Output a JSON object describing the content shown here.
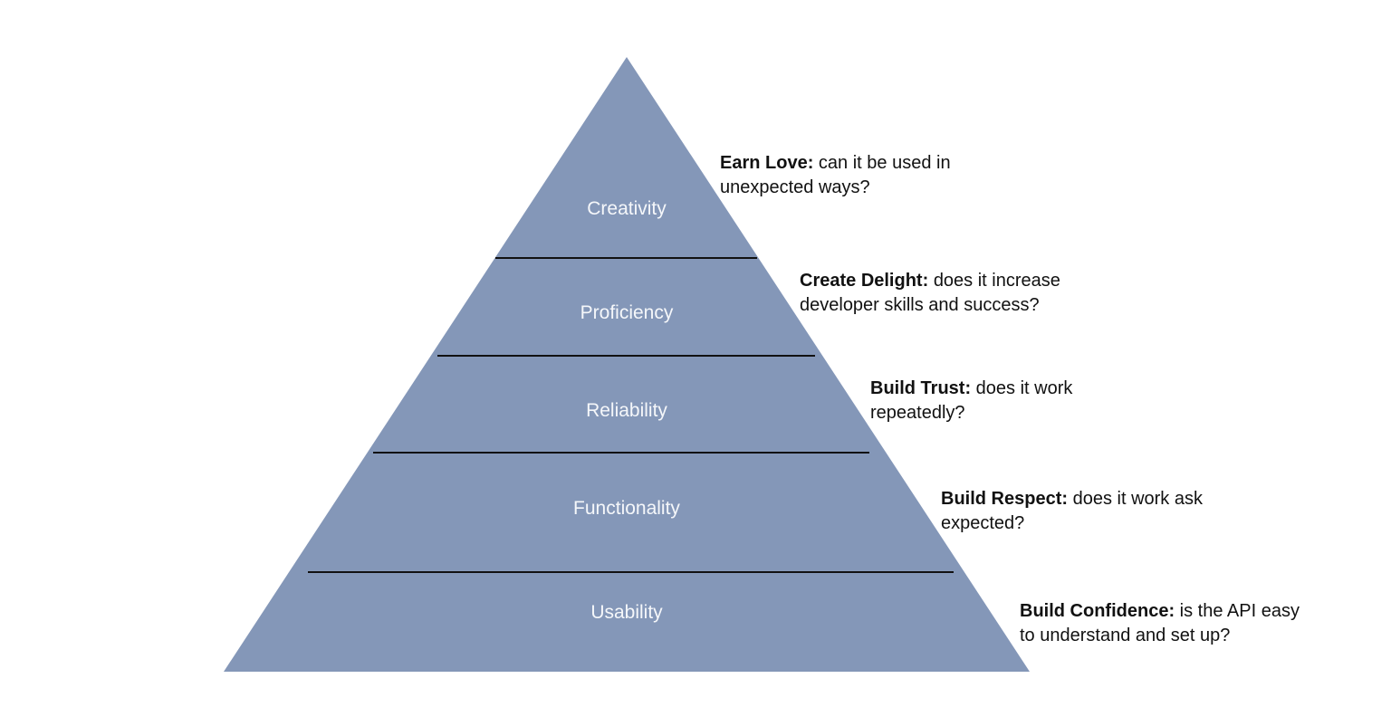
{
  "diagram": {
    "type": "pyramid",
    "pyramid_color": "#8497B8",
    "divider_color": "#111111",
    "label_color": "#F5F7FA",
    "levels": [
      {
        "label": "Creativity",
        "annotation_title": "Earn Love:",
        "annotation_text": "can it be used in unexpected ways?"
      },
      {
        "label": "Proficiency",
        "annotation_title": "Create Delight:",
        "annotation_text": "does it increase developer skills and success?"
      },
      {
        "label": "Reliability",
        "annotation_title": "Build Trust:",
        "annotation_text": "does it work repeatedly?"
      },
      {
        "label": "Functionality",
        "annotation_title": "Build Respect:",
        "annotation_text": "does it work ask expected?"
      },
      {
        "label": "Usability",
        "annotation_title": "Build Confidence:",
        "annotation_text": "is the API easy to understand and set up?"
      }
    ]
  }
}
